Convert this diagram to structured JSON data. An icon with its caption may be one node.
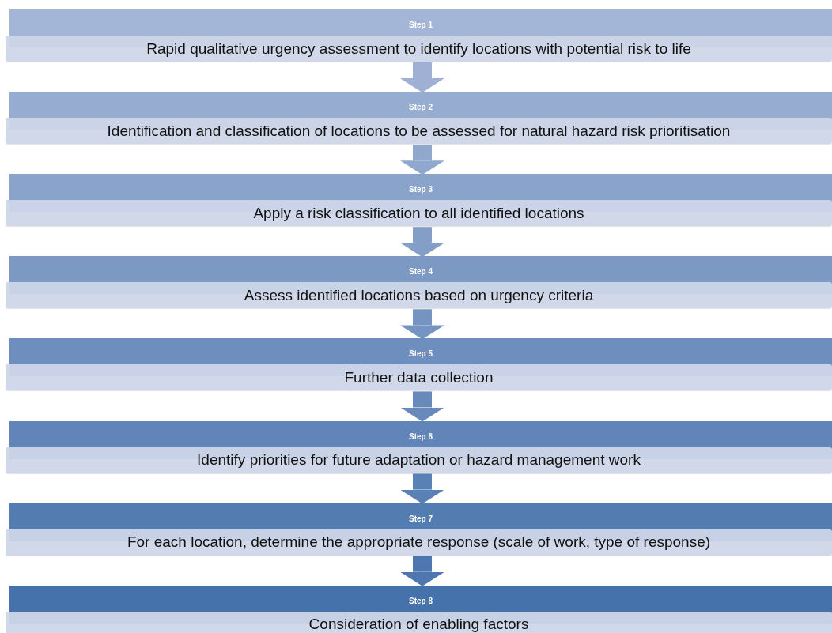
{
  "diagram": {
    "nodes": [
      {
        "text": [
          "Step 1",
          "Rapid qualitative urgency assessment to identify locations with potential risk to life"
        ]
      },
      {
        "text": [
          "Step 2",
          "Identification and classification of locations to be assessed for natural hazard risk prioritisation"
        ]
      },
      {
        "text": [
          "Step 3",
          "Apply a risk classification to all identified locations"
        ]
      },
      {
        "text": [
          "Step 4",
          "Assess identified locations based on urgency criteria"
        ]
      },
      {
        "text": [
          "Step 5",
          "Further data collection"
        ]
      },
      {
        "text": [
          "Step 6",
          "Identify priorities for future adaptation or hazard management work"
        ]
      },
      {
        "text": [
          "Step 7",
          "For each location, determine the appropriate response (scale of work, type of response)"
        ]
      },
      {
        "text": [
          "Step 8",
          "Consideration of enabling factors"
        ]
      }
    ],
    "edges": [
      {
        "from": 0,
        "to": 1,
        "arrow": "to"
      },
      {
        "from": 1,
        "to": 2,
        "arrow": "to"
      },
      {
        "from": 2,
        "to": 3,
        "arrow": "to"
      },
      {
        "from": 3,
        "to": 4,
        "arrow": "to"
      },
      {
        "from": 4,
        "to": 5,
        "arrow": "to"
      },
      {
        "from": 5,
        "to": 6,
        "arrow": "to"
      },
      {
        "from": 6,
        "to": 7,
        "arrow": "to"
      }
    ]
  }
}
